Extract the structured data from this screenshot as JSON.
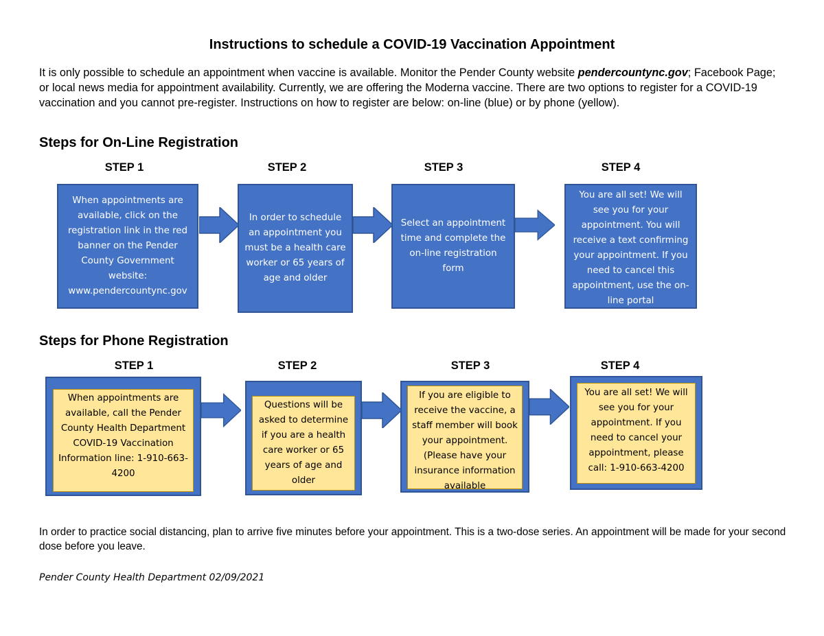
{
  "title": "Instructions to schedule a COVID-19 Vaccination Appointment",
  "intro": {
    "text_before": "It is only possible to schedule an appointment when vaccine is available.  Monitor the Pender County website ",
    "website": "pendercountync.gov",
    "text_after": "; Facebook Page; or local news media for appointment availability.  Currently, we are offering the Moderna vaccine.  There are two options to register for a COVID-19 vaccination and you cannot pre-register.  Instructions on how to register are below:  on-line (blue) or by phone (yellow)."
  },
  "online": {
    "heading": "Steps for On-Line Registration",
    "steps": [
      {
        "label": "STEP 1",
        "text": "When appointments are available, click on the registration link in the red banner on the Pender County Government website: www.pendercountync.gov"
      },
      {
        "label": "STEP 2",
        "text": "In order to schedule an appointment you must be a health care worker or 65 years of age and older"
      },
      {
        "label": "STEP 3",
        "text": "Select an appointment time and complete the on-line registration form"
      },
      {
        "label": "STEP 4",
        "text": "You are all set!  We will see you for your appointment.  You will receive a text confirming your appointment.  If you need to cancel this appointment, use the on-line portal"
      }
    ]
  },
  "phone": {
    "heading": "Steps for Phone Registration",
    "steps": [
      {
        "label": "STEP 1",
        "text": "When appointments are available, call the Pender County Health Department COVID-19 Vaccination Information line: 1-910-663-4200"
      },
      {
        "label": "STEP 2",
        "text": "Questions will be asked to determine if you are a health care worker or 65 years of age and older"
      },
      {
        "label": "STEP 3",
        "text": "If you are eligible to receive the vaccine, a staff member will book your appointment. (Please have your insurance information available"
      },
      {
        "label": "STEP 4",
        "text": "You are all set!  We will see you for your appointment.  If you need to cancel your appointment, please call: 1-910-663-4200"
      }
    ]
  },
  "footer": "In order to practice social distancing, plan to arrive five minutes before your appointment.  This is a two-dose series.  An appointment will be made for your second dose before you leave.",
  "credit": "Pender County Health Department  02/09/2021",
  "colors": {
    "blue": "#4472c4",
    "yellow": "#ffe699"
  }
}
